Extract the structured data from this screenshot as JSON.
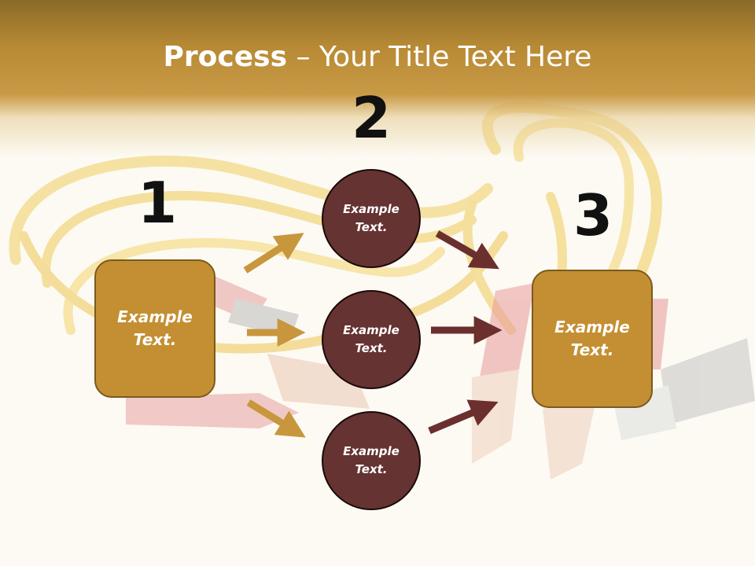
{
  "title": {
    "bold": "Process",
    "rest": " – Your Title Text Here"
  },
  "steps": [
    "1",
    "2",
    "3"
  ],
  "left_box": "Example Text.",
  "circles": [
    "Example Text.",
    "Example Text.",
    "Example Text."
  ],
  "right_box": "Example Text.",
  "colors": {
    "header": "#b88a35",
    "box": "#c48f32",
    "circle": "#653332",
    "arrow_gold": "#c8963c",
    "arrow_dark": "#6b2f2d"
  }
}
